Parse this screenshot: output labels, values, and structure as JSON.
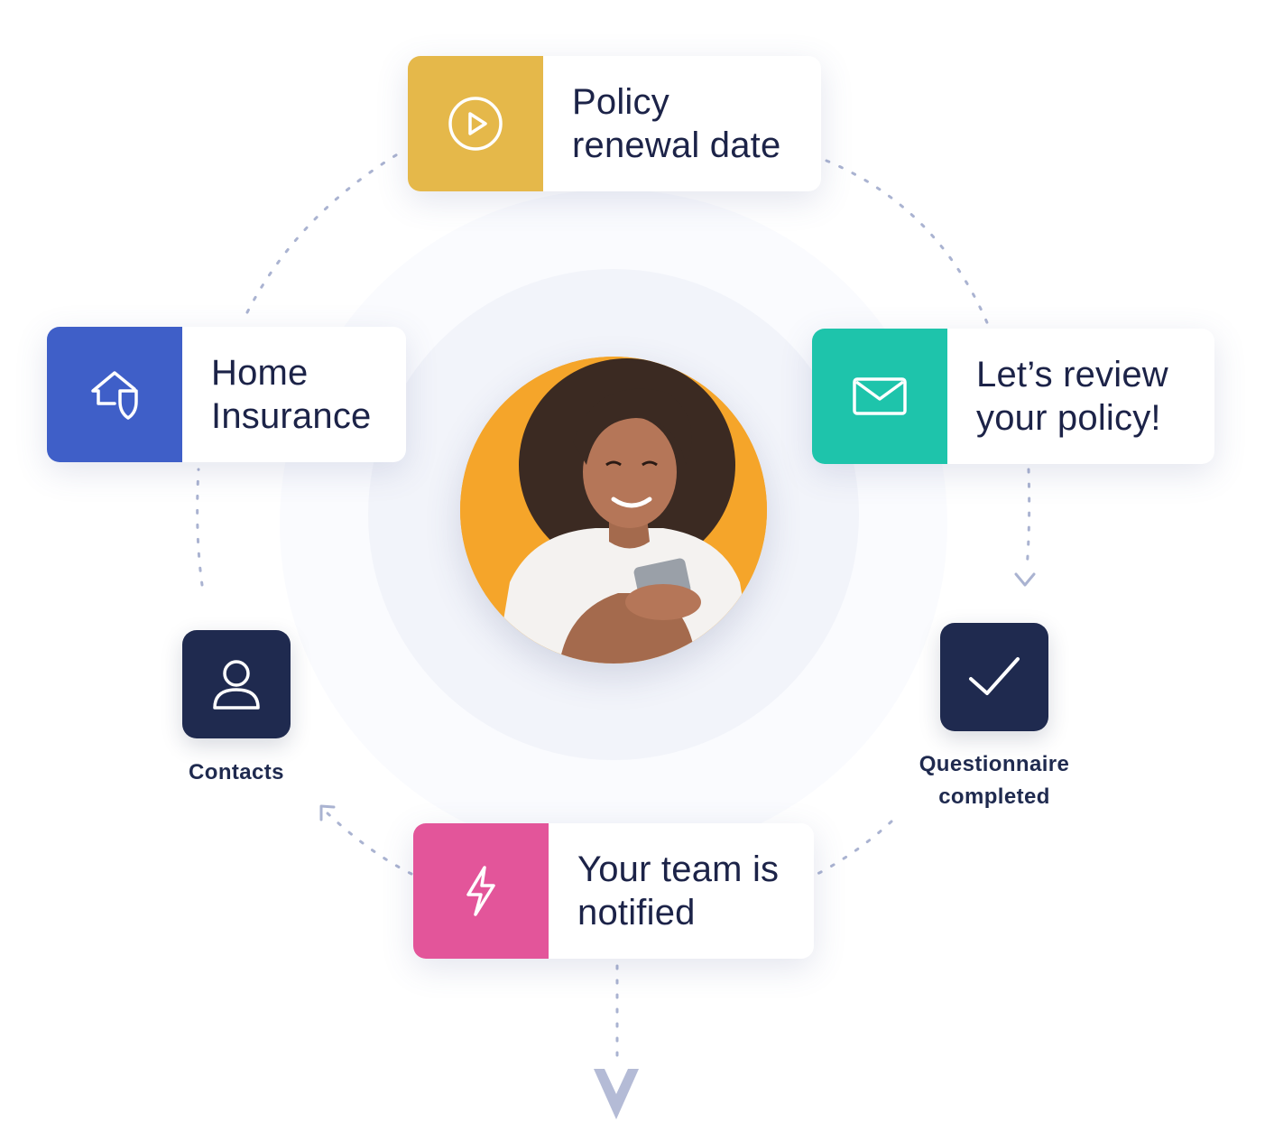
{
  "cards": [
    {
      "id": "policy-renewal",
      "line1": "Policy",
      "line2": "renewal date",
      "color": "#e5b84a",
      "icon": "play-circle-icon"
    },
    {
      "id": "home-insurance",
      "line1": "Home",
      "line2": "Insurance",
      "color": "#3f5fc8",
      "icon": "house-shield-icon"
    },
    {
      "id": "review-policy",
      "line1": "Let’s review",
      "line2": "your policy!",
      "color": "#1ec4ab",
      "icon": "envelope-icon"
    },
    {
      "id": "team-notified",
      "line1": "Your team is",
      "line2": "notified",
      "color": "#e3559a",
      "icon": "lightning-icon"
    }
  ],
  "badges": [
    {
      "id": "contacts",
      "label": "Contacts",
      "icon": "person-icon"
    },
    {
      "id": "questionnaire",
      "line1": "Questionnaire",
      "line2": "completed",
      "icon": "checkmark-icon"
    }
  ],
  "center_image": "woman-with-phone-avatar",
  "colors": {
    "text": "#1c2348",
    "badge_fill": "#1f2a4f",
    "connector": "#aab3d1",
    "avatar_bg": "#f5a52a"
  }
}
